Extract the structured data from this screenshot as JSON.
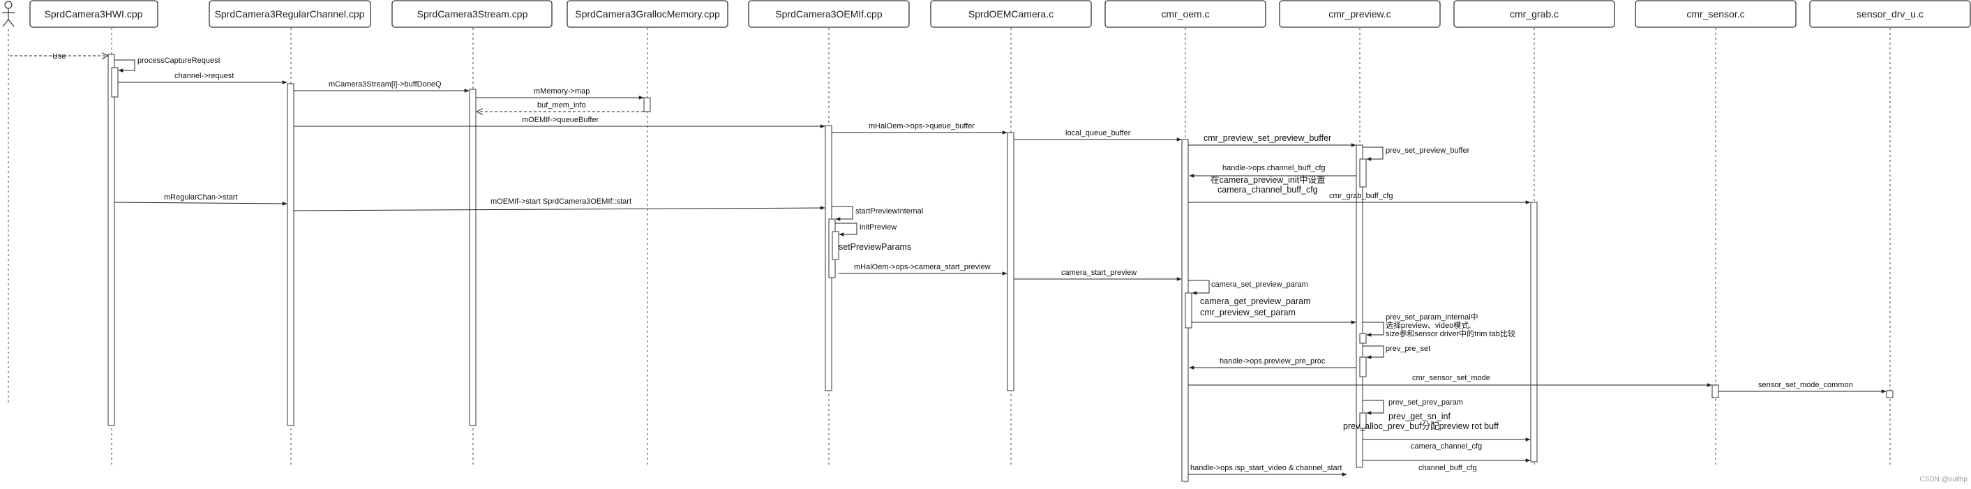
{
  "participants": [
    "SprdCamera3HWI.cpp",
    "SprdCamera3RegularChannel.cpp",
    "SprdCamera3Stream.cpp",
    "SprdCamera3GrallocMemory.cpp",
    "SprdCamera3OEMIf.cpp",
    "SprdOEMCamera.c",
    "cmr_oem.c",
    "cmr_preview.c",
    "cmr_grab.c",
    "cmr_sensor.c",
    "sensor_drv_u.c"
  ],
  "messages": {
    "use": "Use",
    "processCaptureRequest": "processCaptureRequest",
    "channel_request": "channel->request",
    "buffDoneQ": "mCamera3Stream[i]->buffDoneQ",
    "mMemory_map": "mMemory->map",
    "buf_mem_info": "buf_mem_info",
    "mOEMIf_queueBuffer": "mOEMIf->queueBuffer",
    "ops_queue_buffer": "mHalOem->ops->queue_buffer",
    "local_queue_buffer": "local_queue_buffer",
    "cmr_preview_set_preview_buffer": "cmr_preview_set_preview_buffer",
    "prev_set_preview_buffer": "prev_set_preview_buffer",
    "channel_buff_cfg": "handle->ops.channel_buff_cfg",
    "channel_buff_cfg_note_1": "在camera_preview_init中设置",
    "channel_buff_cfg_note_2": "camera_channel_buff_cfg",
    "cmr_grab_buff_cfg": "cmr_grab_buff_cfg",
    "mRegularChan_start": "mRegularChan->start",
    "oemif_start": "mOEMIf->start  SprdCamera3OEMIf::start",
    "startPreviewInternal": "startPreviewInternal",
    "initPreview": "initPreview",
    "setPreviewParams": "setPreviewParams",
    "camera_start_preview_ops": "mHalOem->ops->camera_start_preview",
    "camera_start_preview": "camera_start_preview",
    "camera_set_preview_param": "camera_set_preview_param",
    "camera_get_preview_param": "camera_get_preview_param",
    "cmr_preview_set_param": "cmr_preview_set_param",
    "prev_set_param_internal_1": "prev_set_param_internal中",
    "prev_set_param_internal_2": "选择preview、video模式,",
    "prev_set_param_internal_3": "size参和sensor driver中的trim tab比较",
    "prev_pre_set": "prev_pre_set",
    "preview_pre_proc": "handle->ops.preview_pre_proc",
    "cmr_sensor_set_mode": "cmr_sensor_set_mode",
    "sensor_set_mode_common": "sensor_set_mode_common",
    "prev_set_prev_param": "prev_set_prev_param",
    "prev_get_sn_inf": "prev_get_sn_inf",
    "prev_alloc_prev_buf": "prev_alloc_prev_buf分配preview rot buff",
    "camera_channel_cfg": "camera_channel_cfg",
    "isp_start_video": "handle->ops.isp_start_video  &  channel_start",
    "channel_buff_cfg_grab": "channel_buff_cfg"
  },
  "watermark": "CSDN @outlhp"
}
